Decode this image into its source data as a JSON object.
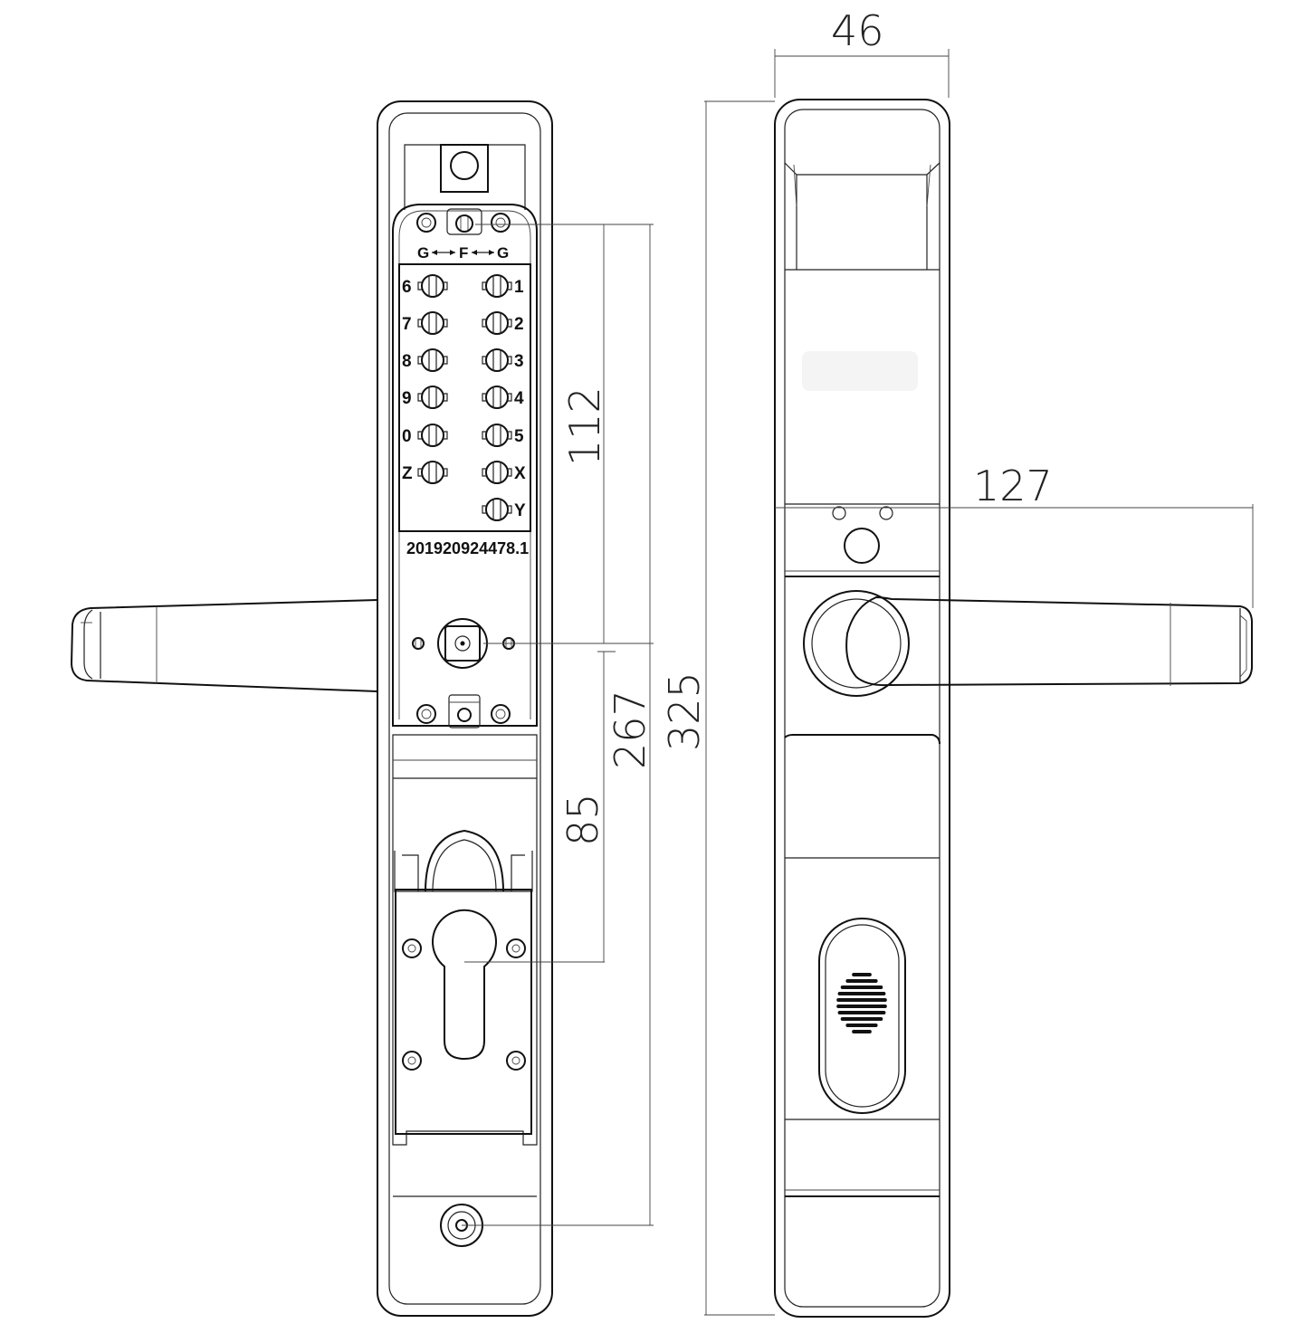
{
  "dimensions": {
    "width_top": "46",
    "handle_projection": "127",
    "overall_height": "325",
    "spindle_to_bottom_screw": "267",
    "top_to_spindle": "112",
    "spindle_to_cylinder": "85"
  },
  "gfg_label": {
    "left": "G",
    "middle": "F",
    "right": "G"
  },
  "keypad": {
    "left_column": [
      "6",
      "7",
      "8",
      "9",
      "0",
      "Z"
    ],
    "right_column": [
      "1",
      "2",
      "3",
      "4",
      "5",
      "X",
      "Y"
    ]
  },
  "serial_number": "201920924478.1",
  "colors": {
    "line": "#111111",
    "background": "#ffffff"
  }
}
